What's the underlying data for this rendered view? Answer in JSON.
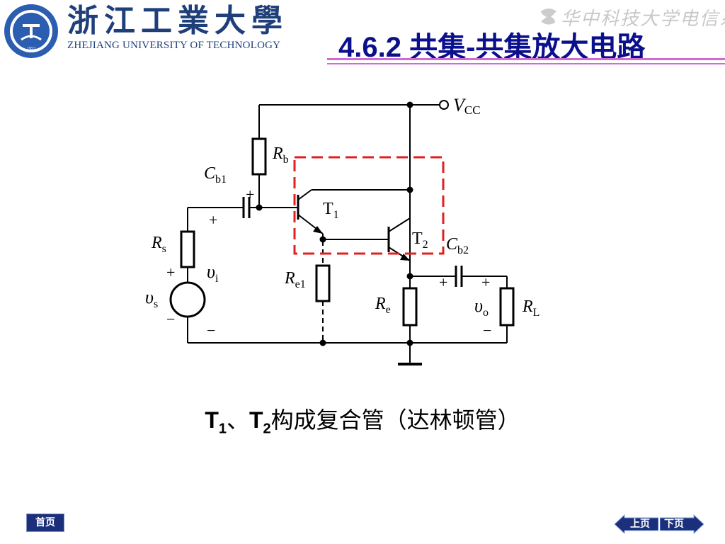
{
  "header": {
    "university_cn": "浙江工業大學",
    "university_en": "ZHEJIANG UNIVERSITY OF TECHNOLOGY",
    "seal_year": "1953",
    "watermark": "华中科技大学电信系",
    "title": "4.6.2  共集-共集放大电路"
  },
  "circuit": {
    "vcc": "V",
    "vcc_sub": "CC",
    "rb": "R",
    "rb_sub": "b",
    "cb1": "C",
    "cb1_sub": "b1",
    "rs": "R",
    "rs_sub": "s",
    "vs": "υ",
    "vs_sub": "s",
    "vi": "υ",
    "vi_sub": "i",
    "t1": "T",
    "t1_sub": "1",
    "t2": "T",
    "t2_sub": "2",
    "re1": "R",
    "re1_sub": "e1",
    "re": "R",
    "re_sub": "e",
    "cb2": "C",
    "cb2_sub": "b2",
    "vo": "υ",
    "vo_sub": "o",
    "rl": "R",
    "rl_sub": "L",
    "plus": "+",
    "minus": "−"
  },
  "caption": {
    "t1": "T",
    "t1_sub": "1",
    "sep": "、",
    "t2": "T",
    "t2_sub": "2",
    "text": "构成复合管（达林顿管）"
  },
  "nav": {
    "home": "首页",
    "prev": "上页",
    "next": "下页"
  },
  "colors": {
    "title": "#0a0f8c",
    "logo_blue": "#1f3f7a",
    "rule": "#d26ad2",
    "box": "#e02020",
    "nav": "#1b2f7a"
  }
}
